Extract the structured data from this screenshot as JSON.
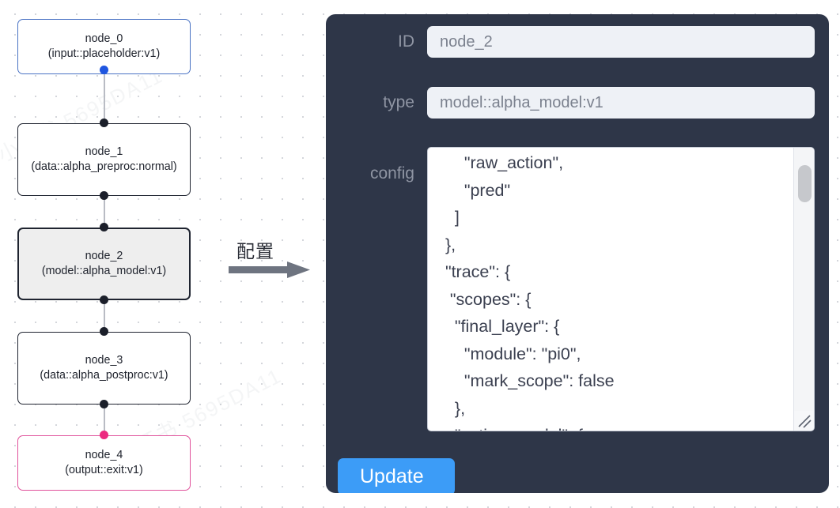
{
  "canvas": {
    "background_color": "#ffffff",
    "grid_dot_color": "#d4d6db",
    "watermark_text": "小红书 5695DA11"
  },
  "graph": {
    "nodes": [
      {
        "id": "node_0",
        "type": "(input::placeholder:v1)",
        "state": "normal",
        "border_color": "#4a73c4",
        "fill": "#ffffff"
      },
      {
        "id": "node_1",
        "type": "(data::alpha_preproc:normal)",
        "state": "normal",
        "border_color": "#1f2430",
        "fill": "#ffffff"
      },
      {
        "id": "node_2",
        "type": "(model::alpha_model:v1)",
        "state": "selected",
        "border_color": "#1f2430",
        "fill": "#eeeeee"
      },
      {
        "id": "node_3",
        "type": "(data::alpha_postproc:v1)",
        "state": "normal",
        "border_color": "#1f2430",
        "fill": "#ffffff"
      },
      {
        "id": "node_4",
        "type": "(output::exit:v1)",
        "state": "normal",
        "border_color": "#e0529b",
        "fill": "#ffffff"
      }
    ],
    "ports": {
      "source_color": "#1f56e0",
      "sink_color": "#ec2a80",
      "default_color": "#1b1f2a"
    },
    "edges": [
      {
        "from": "node_0",
        "to": "node_1"
      },
      {
        "from": "node_1",
        "to": "node_2"
      },
      {
        "from": "node_2",
        "to": "node_3"
      },
      {
        "from": "node_3",
        "to": "node_4"
      }
    ]
  },
  "transition": {
    "label": "配置",
    "arrow_color": "#6e7480"
  },
  "inspector": {
    "background_color": "#2e3648",
    "fields": [
      {
        "label": "ID",
        "value": "node_2"
      },
      {
        "label": "type",
        "value": "model::alpha_model:v1"
      }
    ],
    "id_label": "ID",
    "id_value": "node_2",
    "type_label": "type",
    "type_value": "model::alpha_model:v1",
    "config_label": "config",
    "config_value": "      \"raw_action\",\n      \"pred\"\n    ]\n  },\n  \"trace\": {\n   \"scopes\": {\n    \"final_layer\": {\n      \"module\": \"pi0\",\n      \"mark_scope\": false\n    },\n    \"action_model\": {",
    "update_button_label": "Update",
    "update_button_color": "#3c9cf7",
    "scrollbar": {
      "visible": true,
      "thumb_position": "near-top"
    }
  }
}
